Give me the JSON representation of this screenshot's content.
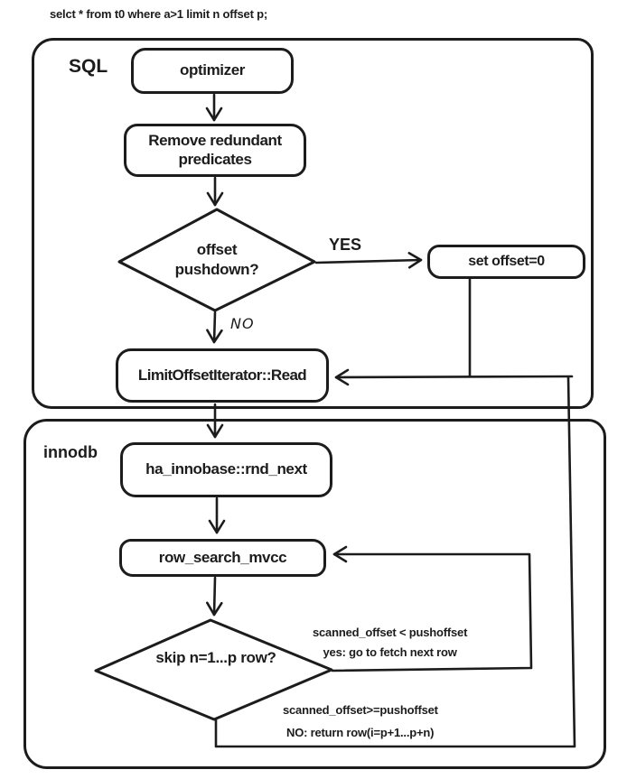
{
  "query_text": "selct * from t0 where a>1 limit n offset p;",
  "colors": {
    "ink": "#1c1c1c",
    "background": "#ffffff"
  },
  "sections": {
    "sql": {
      "label": "SQL"
    },
    "innodb": {
      "label": "innodb"
    }
  },
  "nodes": {
    "optimizer": {
      "label": "optimizer"
    },
    "remove_redundant": {
      "label": "Remove redundant predicates"
    },
    "offset_pushdown": {
      "label": "offset pushdown?"
    },
    "set_offset": {
      "label": "set offset=0"
    },
    "limit_offset_read": {
      "label": "LimitOffsetIterator::Read"
    },
    "ha_innobase_rnd_next": {
      "label": "ha_innobase::rnd_next"
    },
    "row_search_mvcc": {
      "label": "row_search_mvcc"
    },
    "skip_rows": {
      "label": "skip n=1...p row?"
    }
  },
  "edge_labels": {
    "yes": "YES",
    "no": "NO",
    "loop_fetch_line1": "scanned_offset < pushoffset",
    "loop_fetch_line2": "yes: go to fetch next row",
    "return_line1": "scanned_offset>=pushoffset",
    "return_line2": "NO: return row(i=p+1...p+n)"
  }
}
